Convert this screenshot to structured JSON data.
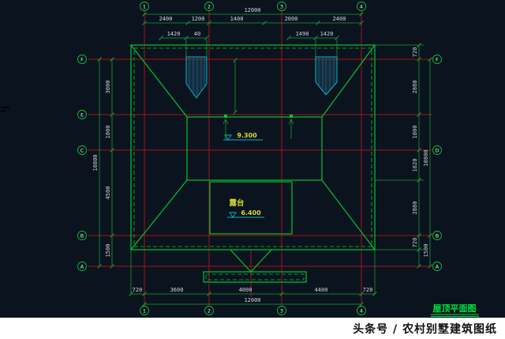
{
  "colors": {
    "bg": "#0b131f",
    "green": "#00c432",
    "dimgreen": "#15a02c",
    "red": "#a51414",
    "cyan": "#00b7c3",
    "yellow": "#d9d927",
    "dimtext": "#cfd6dd",
    "titlegreen": "#00e43c",
    "dormerfill": "#33506e"
  },
  "title": {
    "label": "屋顶平面图"
  },
  "watermark": {
    "text": "头条号 / 农村别墅建筑图纸"
  },
  "annotations": {
    "ridge_elevation": "9.300",
    "terrace_label": "露台",
    "terrace_elevation": "6.400"
  },
  "dims": {
    "top_overall": "12000",
    "top_segs": [
      "2400",
      "1200",
      "1400",
      "2000",
      "2400"
    ],
    "dormer_left": [
      "1420",
      "40"
    ],
    "dormer_right": [
      "1490",
      "1420"
    ],
    "left_segs": [
      "3000",
      "1800",
      "4500",
      "1500"
    ],
    "left_overall": "10800",
    "right_segs": [
      "720",
      "2880",
      "1800",
      "1620",
      "2880",
      "720",
      "1500"
    ],
    "right_overall": "10800",
    "bottom_segs": [
      "720",
      "3600",
      "4000",
      "4400",
      "720"
    ],
    "bottom_overall": "12000"
  },
  "grid": {
    "top": [
      "1",
      "2",
      "3",
      "4"
    ],
    "bottom": [
      "1",
      "2",
      "3",
      "4"
    ],
    "left": [
      "F",
      "E",
      "C",
      "B",
      "A"
    ],
    "right": [
      "F",
      "D",
      "B",
      "A"
    ]
  }
}
